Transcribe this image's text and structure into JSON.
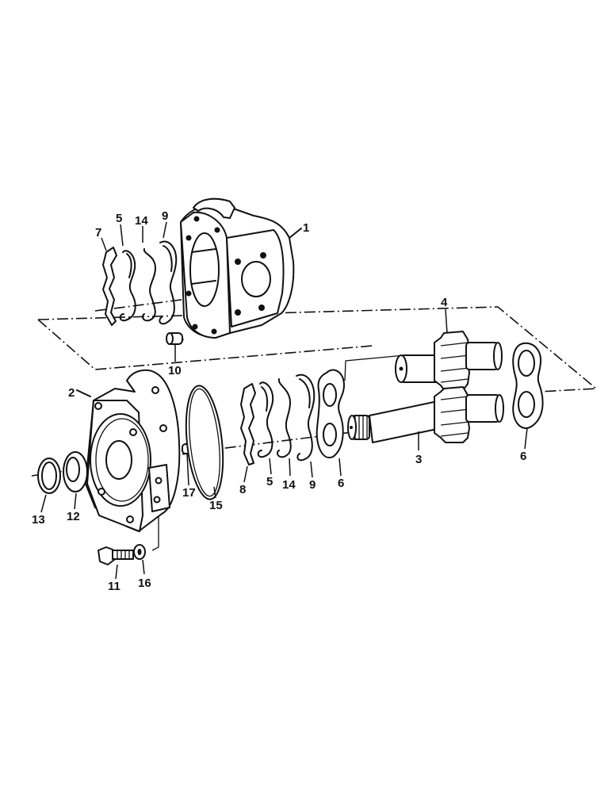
{
  "diagram": {
    "title": "",
    "type": "exploded parts view — gear pump",
    "background": "#ffffff",
    "ink": "#111111",
    "callouts": [
      {
        "id": "c1",
        "label": "1",
        "part": "pump body (housing)"
      },
      {
        "id": "c2",
        "label": "2",
        "part": "mounting flange / cover"
      },
      {
        "id": "c3",
        "label": "3",
        "part": "drive gear with splined shaft"
      },
      {
        "id": "c4",
        "label": "4",
        "part": "driven gear"
      },
      {
        "id": "c5a",
        "label": "5",
        "part": "seal (upper set)"
      },
      {
        "id": "c5b",
        "label": "5",
        "part": "seal (lower set)"
      },
      {
        "id": "c6a",
        "label": "6",
        "part": "bearing plate (front)"
      },
      {
        "id": "c6b",
        "label": "6",
        "part": "bearing plate (rear)"
      },
      {
        "id": "c7",
        "label": "7",
        "part": "backup plate"
      },
      {
        "id": "c8",
        "label": "8",
        "part": "backup plate"
      },
      {
        "id": "c9a",
        "label": "9",
        "part": "seal ring (upper)"
      },
      {
        "id": "c9b",
        "label": "9",
        "part": "seal ring (lower)"
      },
      {
        "id": "c10",
        "label": "10",
        "part": "dowel pin"
      },
      {
        "id": "c11",
        "label": "11",
        "part": "bolt"
      },
      {
        "id": "c12",
        "label": "12",
        "part": "shaft seal"
      },
      {
        "id": "c13",
        "label": "13",
        "part": "retaining ring"
      },
      {
        "id": "c14a",
        "label": "14",
        "part": "gasket (upper)"
      },
      {
        "id": "c14b",
        "label": "14",
        "part": "gasket (lower)"
      },
      {
        "id": "c15",
        "label": "15",
        "part": "O-ring"
      },
      {
        "id": "c16",
        "label": "16",
        "part": "washer"
      },
      {
        "id": "c17",
        "label": "17",
        "part": "dowel pin"
      }
    ]
  }
}
